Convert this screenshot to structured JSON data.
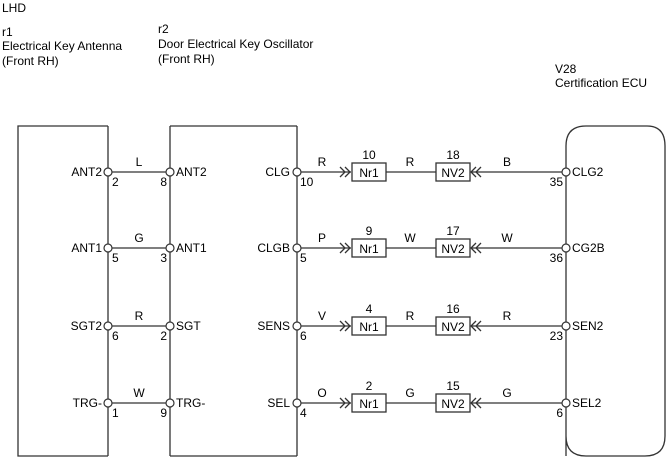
{
  "drive_side": "LHD",
  "components": {
    "r1": {
      "code": "r1",
      "name": "Electrical Key Antenna",
      "position": "(Front RH)"
    },
    "r2": {
      "code": "r2",
      "name": "Door Electrical Key Oscillator",
      "position": "(Front RH)"
    },
    "v28": {
      "code": "V28",
      "name": "Certification ECU"
    }
  },
  "r1_r2_wires": [
    {
      "r1_terminal": "ANT2",
      "r1_pin": "2",
      "color": "L",
      "r2_pin": "8",
      "r2_terminal": "ANT2"
    },
    {
      "r1_terminal": "ANT1",
      "r1_pin": "5",
      "color": "G",
      "r2_pin": "3",
      "r2_terminal": "ANT1"
    },
    {
      "r1_terminal": "SGT2",
      "r1_pin": "6",
      "color": "R",
      "r2_pin": "2",
      "r2_terminal": "SGT"
    },
    {
      "r1_terminal": "TRG-",
      "r1_pin": "1",
      "color": "W",
      "r2_pin": "9",
      "r2_terminal": "TRG-"
    }
  ],
  "r2_v28_wires": [
    {
      "r2_terminal": "CLG",
      "r2_pin": "10",
      "color1": "R",
      "conn1": "Nr1",
      "conn1_pin": "10",
      "color2": "R",
      "conn2": "NV2",
      "conn2_pin": "18",
      "color3": "B",
      "v28_pin": "35",
      "v28_terminal": "CLG2"
    },
    {
      "r2_terminal": "CLGB",
      "r2_pin": "5",
      "color1": "P",
      "conn1": "Nr1",
      "conn1_pin": "9",
      "color2": "W",
      "conn2": "NV2",
      "conn2_pin": "17",
      "color3": "W",
      "v28_pin": "36",
      "v28_terminal": "CG2B"
    },
    {
      "r2_terminal": "SENS",
      "r2_pin": "6",
      "color1": "V",
      "conn1": "Nr1",
      "conn1_pin": "4",
      "color2": "R",
      "conn2": "NV2",
      "conn2_pin": "16",
      "color3": "R",
      "v28_pin": "23",
      "v28_terminal": "SEN2"
    },
    {
      "r2_terminal": "SEL",
      "r2_pin": "4",
      "color1": "O",
      "conn1": "Nr1",
      "conn1_pin": "2",
      "color2": "G",
      "conn2": "NV2",
      "conn2_pin": "15",
      "color3": "G",
      "v28_pin": "6",
      "v28_terminal": "SEL2"
    }
  ]
}
